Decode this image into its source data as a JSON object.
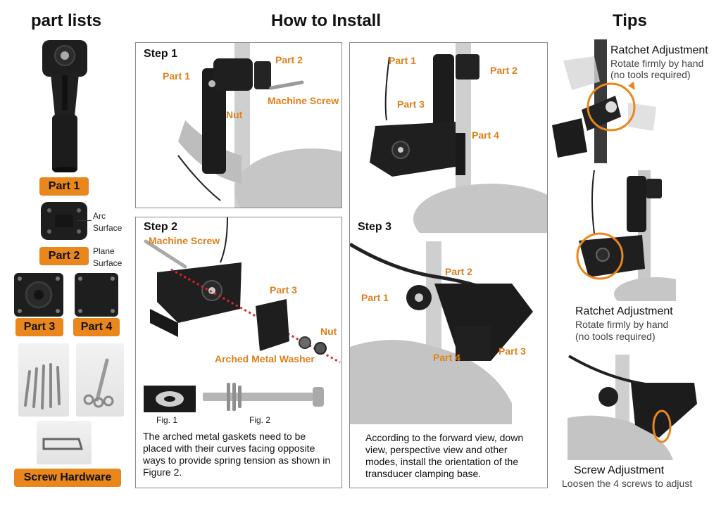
{
  "headings": {
    "part_lists": "part lists",
    "how_to_install": "How to Install",
    "tips": "Tips"
  },
  "parts": {
    "part1": "Part 1",
    "part2": "Part 2",
    "part3": "Part 3",
    "part4": "Part 4",
    "screw_hardware": "Screw Hardware",
    "arc_surface_1": "Arc",
    "arc_surface_2": "Surface",
    "plane_surface_1": "Plane",
    "plane_surface_2": "Surface"
  },
  "step1": {
    "title": "Step 1",
    "part1": "Part 1",
    "part2": "Part 2",
    "nut": "Nut",
    "machine_screw": "Machine Screw"
  },
  "step2": {
    "title": "Step 2",
    "machine_screw": "Machine Screw",
    "part3": "Part 3",
    "nut": "Nut",
    "arched_metal_washer": "Arched Metal Washer",
    "fig1": "Fig. 1",
    "fig2": "Fig. 2",
    "description": "The arched metal gaskets need to be placed with their curves facing opposite ways to provide spring tension as shown in Figure 2."
  },
  "step_right_top": {
    "part1": "Part 1",
    "part2": "Part 2",
    "part3": "Part 3",
    "part4": "Part 4"
  },
  "step3": {
    "title": "Step 3",
    "part1": "Part 1",
    "part2": "Part 2",
    "part3": "Part 3",
    "part4": "Part 4",
    "description": "According to the forward view, down view, perspective view and other modes, install the orientation of the transducer clamping base."
  },
  "tips": {
    "ratchet1_title": "Ratchet Adjustment",
    "ratchet1_sub1": "Rotate firmly by hand",
    "ratchet1_sub2": "(no tools required)",
    "ratchet2_title": "Ratchet Adjustment",
    "ratchet2_sub1": "Rotate firmly by hand",
    "ratchet2_sub2": "(no tools required)",
    "screw_title": "Screw Adjustment",
    "screw_sub": "Loosen the 4 screws to adjust"
  },
  "colors": {
    "accent": "#e9861c",
    "callout": "#e0801a",
    "hardware": "#1a1a1a",
    "motor_gray": "#c8c8c8",
    "screw_line": "#d6262b"
  }
}
